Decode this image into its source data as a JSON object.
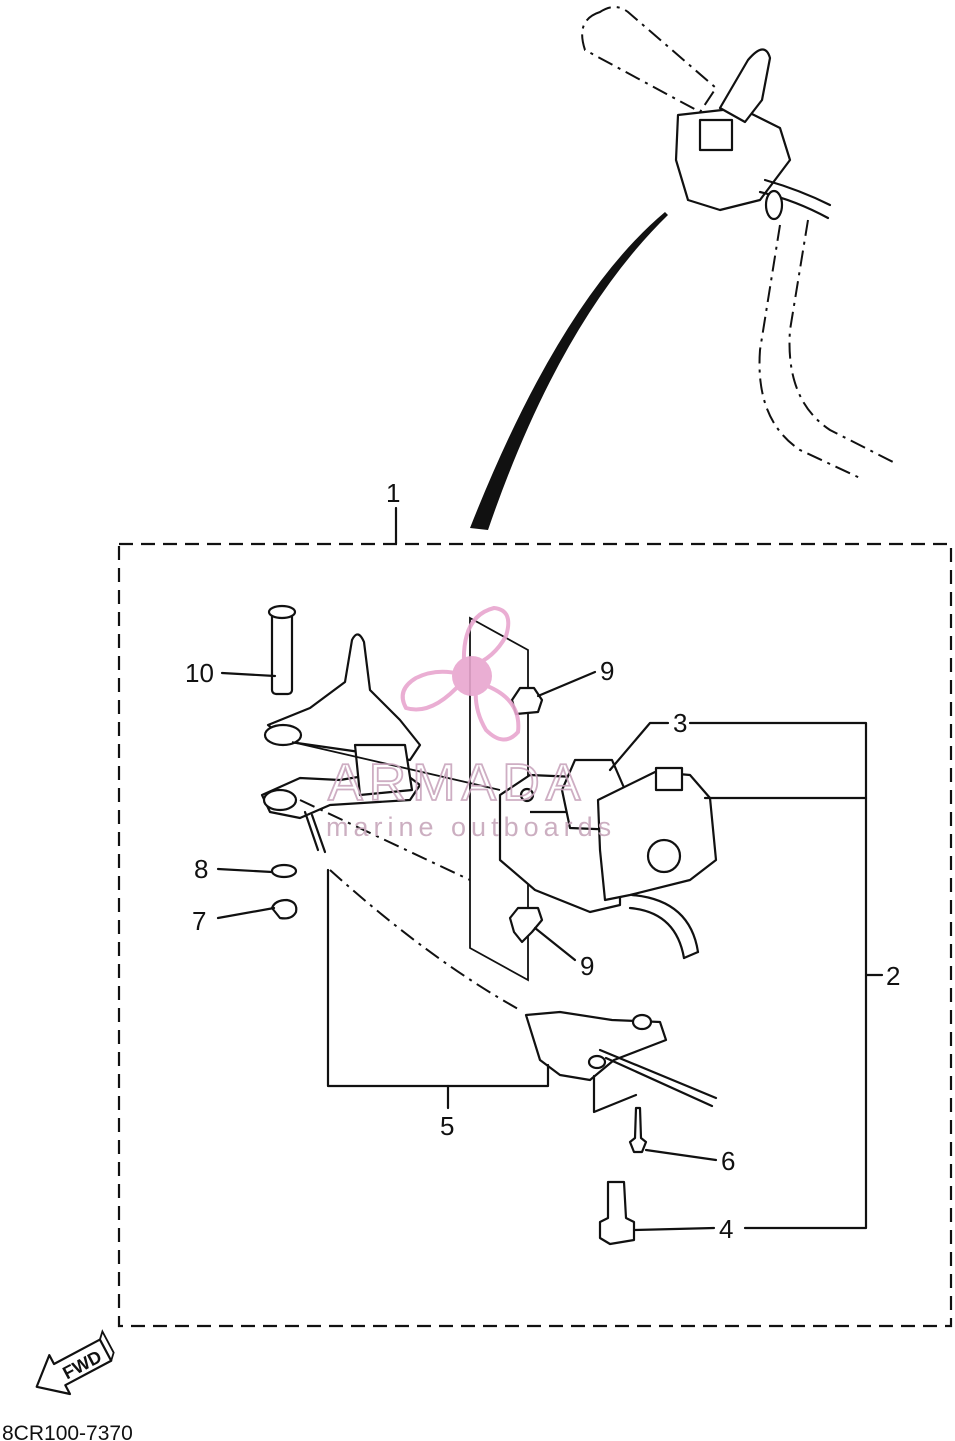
{
  "diagram": {
    "drawing_code": "8CR100-7370",
    "direction_arrow_label": "FWD",
    "watermark": {
      "brand": "ARMADA",
      "tagline": "marine outboards",
      "logo_color": "#e8a6cf"
    },
    "callouts": [
      {
        "id": "callout-1",
        "label": "1"
      },
      {
        "id": "callout-2",
        "label": "2"
      },
      {
        "id": "callout-3",
        "label": "3"
      },
      {
        "id": "callout-4",
        "label": "4"
      },
      {
        "id": "callout-5",
        "label": "5"
      },
      {
        "id": "callout-6",
        "label": "6"
      },
      {
        "id": "callout-7",
        "label": "7"
      },
      {
        "id": "callout-8",
        "label": "8"
      },
      {
        "id": "callout-9a",
        "label": "9"
      },
      {
        "id": "callout-9b",
        "label": "9"
      },
      {
        "id": "callout-10",
        "label": "10"
      }
    ]
  }
}
